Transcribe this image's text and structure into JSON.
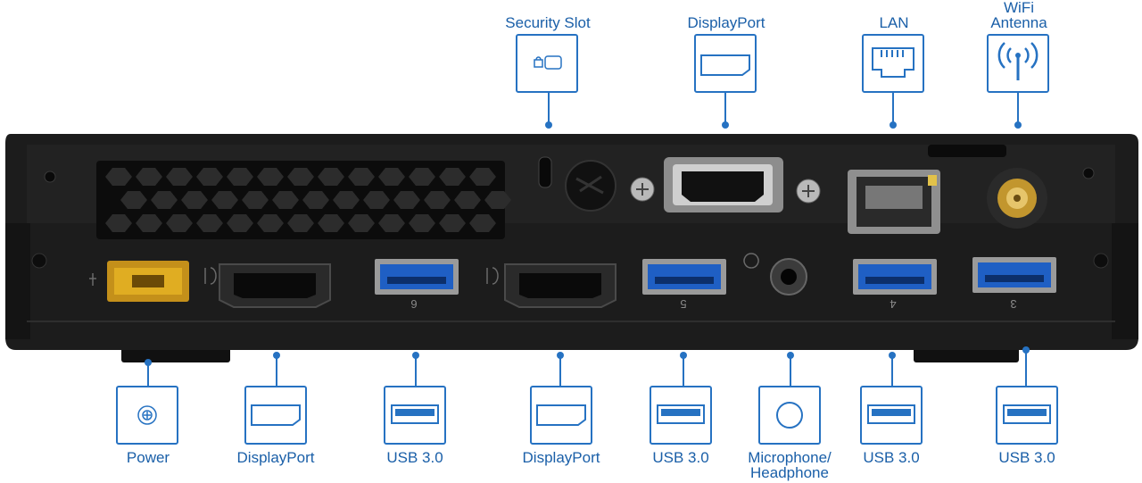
{
  "labels": {
    "security_slot": "Security Slot",
    "displayport_top": "DisplayPort",
    "lan": "LAN",
    "wifi_line1": "WiFi",
    "wifi_line2": "Antenna",
    "power": "Power",
    "displayport_1": "DisplayPort",
    "usb_6": "USB 3.0",
    "displayport_2": "DisplayPort",
    "usb_5": "USB 3.0",
    "mic_line1": "Microphone/",
    "mic_line2": "Headphone",
    "usb_4": "USB 3.0",
    "usb_3": "USB 3.0"
  },
  "port_numbers": {
    "p6": "6",
    "p5": "5",
    "p4": "4",
    "p3": "3"
  },
  "colors": {
    "accent": "#2672c2",
    "label": "#1a5fa8",
    "chassis": "#1b1b1b",
    "usb_blue": "#1f5fc4",
    "power_yellow": "#d9a516"
  },
  "icons": [
    "lock-icon",
    "displayport-icon",
    "ethernet-icon",
    "wifi-antenna-icon",
    "power-icon",
    "usb-icon",
    "audio-jack-icon"
  ]
}
